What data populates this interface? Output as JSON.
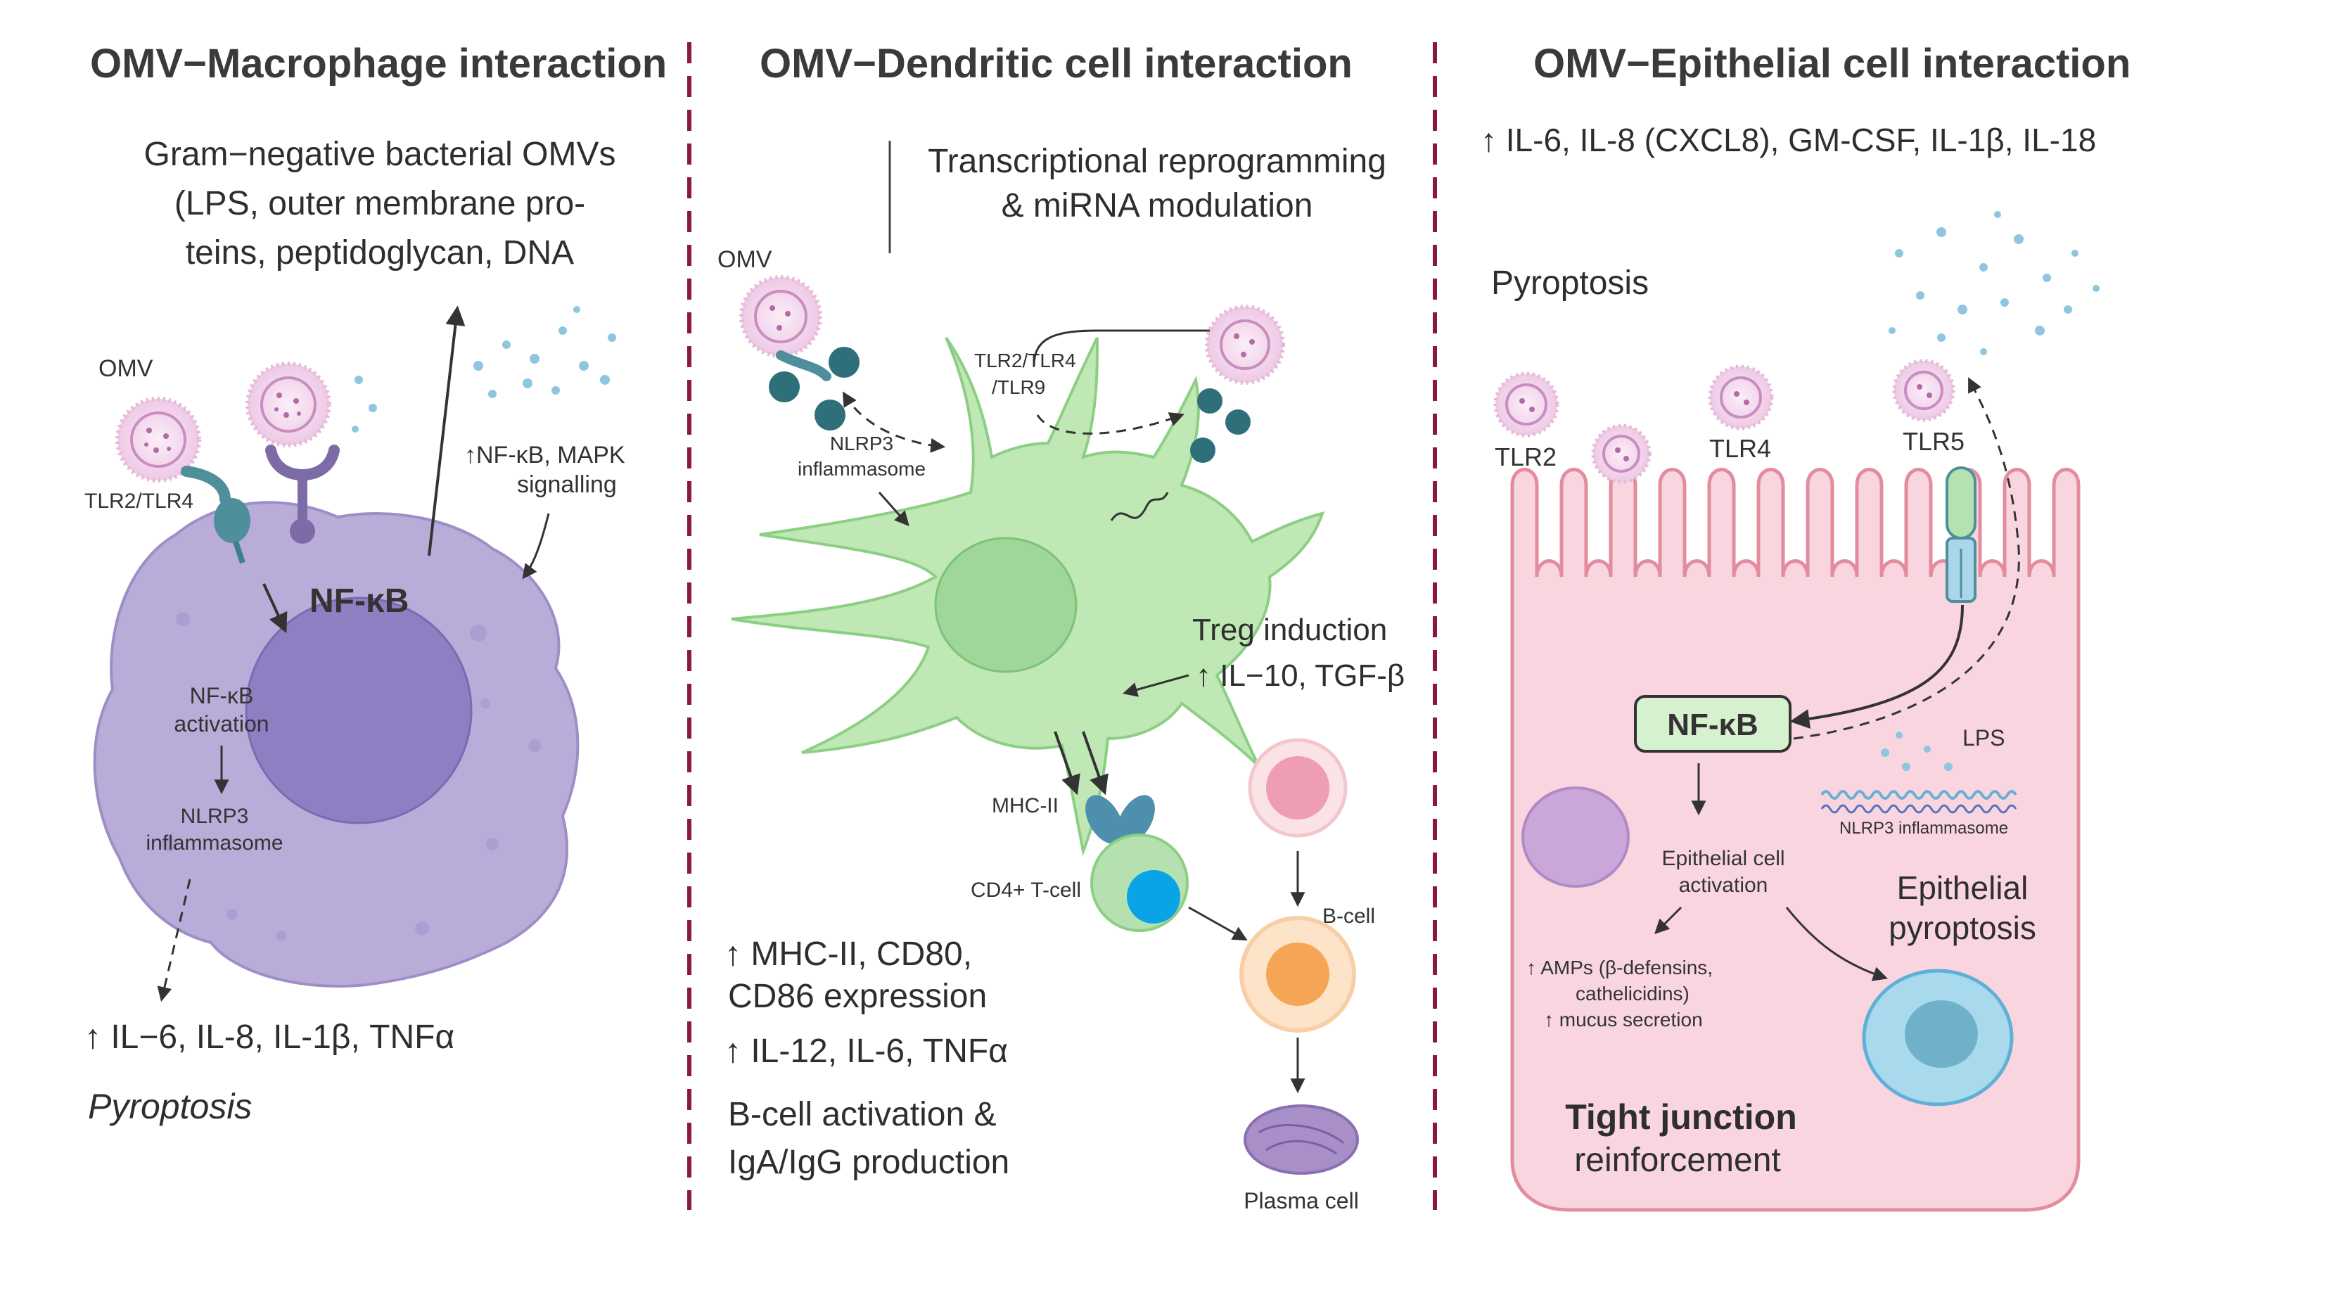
{
  "colors": {
    "divider": "#8b1a3a",
    "macrophage": "#b9acd9",
    "macrophage_nucleus": "#8f7fc2",
    "dendritic": "#bfe8b5",
    "dendritic_nucleus": "#9fd69a",
    "epithelial": "#f9d6df",
    "epithelial_border": "#e38c9e",
    "omv": "#f3d8ee",
    "receptor_teal": "#4f8f9b",
    "receptor_purple": "#7d6ba8",
    "lps_dots": "#8ec6e0",
    "nfkb_box": "#d6f1cf"
  },
  "panels": {
    "macrophage": {
      "title": "OMV−Macrophage interaction",
      "source_lines": [
        "Gram−negative bacterial OMVs",
        "(LPS, outer membrane pro-",
        "teins, peptidoglycan, DNA"
      ],
      "omv_label": "OMV",
      "receptor_label": "TLR2/TLR4",
      "nfkb_label": "NF-κB",
      "signalling_lines": [
        "↑NF-κB, MAPK",
        "signalling"
      ],
      "activation_lines": [
        "NF-κB",
        "activation"
      ],
      "nlrp3_lines": [
        "NLRP3",
        "inflammasome"
      ],
      "cytokines": "↑ IL−6, IL-8, IL-1β, TNFα",
      "outcome": "Pyroptosis"
    },
    "dendritic": {
      "title": "OMV−Dendritic cell interaction",
      "reprogramming_lines": [
        "Transcriptional reprogramming",
        "& miRNA modulation"
      ],
      "omv_label": "OMV",
      "receptor_lines": [
        "TLR2/TLR4",
        "/TLR9"
      ],
      "nlrp3_lines": [
        "NLRP3",
        "inflammasome"
      ],
      "treg_label": "Treg induction",
      "treg_cytokines": "↑  IL−10, TGF-β",
      "mhc_label": "MHC-II",
      "tcell_label": "CD4+ T-cell",
      "bcell_label": "B-cell",
      "plasma_label": "Plasma cell",
      "expression_lines": [
        "↑ MHC-II, CD80,",
        "CD86 expression"
      ],
      "cytokines": "↑ IL-12, IL-6, TNFα",
      "bcell_lines": [
        "B-cell activation &",
        "IgA/IgG production"
      ]
    },
    "epithelial": {
      "title": "OMV−Epithelial cell interaction",
      "cytokines": "↑ IL-6, IL-8 (CXCL8), GM-CSF, IL-1β, IL-18",
      "pyroptosis_top": "Pyroptosis",
      "tlr2_label": "TLR2",
      "tlr4_label": "TLR4",
      "tlr5_label": "TLR5",
      "nfkb_label": "NF-κB",
      "lps_label": "LPS",
      "nlrp3_label": "NLRP3 inflammasome",
      "activation_lines": [
        "Epithelial cell",
        "activation"
      ],
      "amps_lines": [
        "↑ AMPs (β-defensins,",
        "cathelicidins)",
        "↑ mucus secretion"
      ],
      "pyroptosis_lines": [
        "Epithelial",
        "pyroptosis"
      ],
      "tight_lines": [
        "Tight junction",
        "reinforcement"
      ]
    }
  }
}
